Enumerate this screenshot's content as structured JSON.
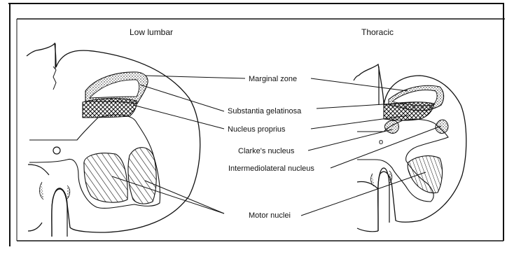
{
  "figure": {
    "titles": {
      "low_lumbar": "Low lumbar",
      "thoracic": "Thoracic"
    },
    "labels": {
      "marginal_zone": "Marginal zone",
      "substantia_gelatinosa": "Substantia gelatinosa",
      "nucleus_proprius": "Nucleus proprius",
      "clarkes_nucleus": "Clarke's nucleus",
      "intermediolateral_nucleus": "Intermediolateral nucleus",
      "motor_nuclei": "Motor nuclei"
    },
    "colors": {
      "ink": "#111111",
      "paper": "#ffffff"
    }
  }
}
